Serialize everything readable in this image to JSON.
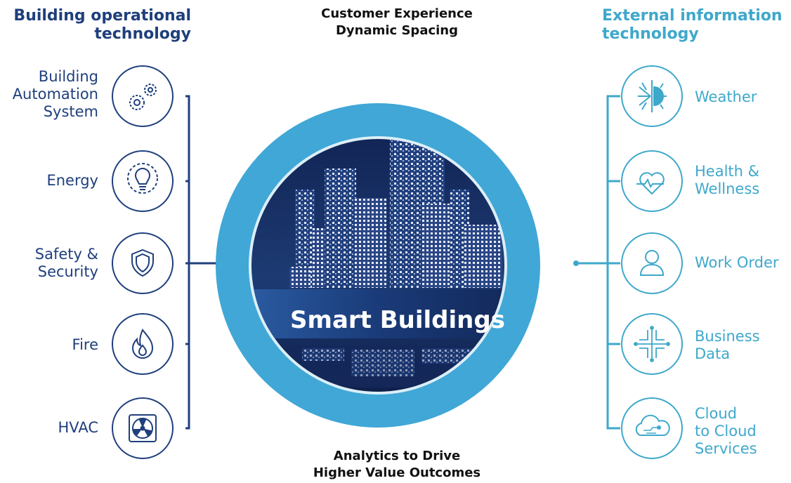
{
  "left_heading": [
    "Building operational",
    "technology"
  ],
  "right_heading": [
    "External information",
    "technology"
  ],
  "top_label": [
    "Customer Experience",
    "Dynamic Spacing"
  ],
  "bottom_label": [
    "Analytics to Drive",
    "Higher Value Outcomes"
  ],
  "center_title": "Smart Buildings",
  "left_items": [
    {
      "label": [
        "Building",
        "Automation",
        "System"
      ],
      "icon": "gears-icon"
    },
    {
      "label": [
        "Energy"
      ],
      "icon": "lightbulb-icon"
    },
    {
      "label": [
        "Safety &",
        "Security"
      ],
      "icon": "shield-icon"
    },
    {
      "label": [
        "Fire"
      ],
      "icon": "flame-icon"
    },
    {
      "label": [
        "HVAC"
      ],
      "icon": "fan-icon"
    }
  ],
  "right_items": [
    {
      "label": [
        "Weather"
      ],
      "icon": "sun-snow-icon"
    },
    {
      "label": [
        "Health &",
        "Wellness"
      ],
      "icon": "heart-pulse-icon"
    },
    {
      "label": [
        "Work Order"
      ],
      "icon": "person-icon"
    },
    {
      "label": [
        "Business",
        "Data"
      ],
      "icon": "network-icon"
    },
    {
      "label": [
        "Cloud",
        "to Cloud",
        "Services"
      ],
      "icon": "cloud-icon"
    }
  ],
  "colors": {
    "dark_blue": "#1f3f7c",
    "light_blue": "#3ea8cb",
    "navy": "#15285a",
    "ring": "#40a7d6"
  }
}
